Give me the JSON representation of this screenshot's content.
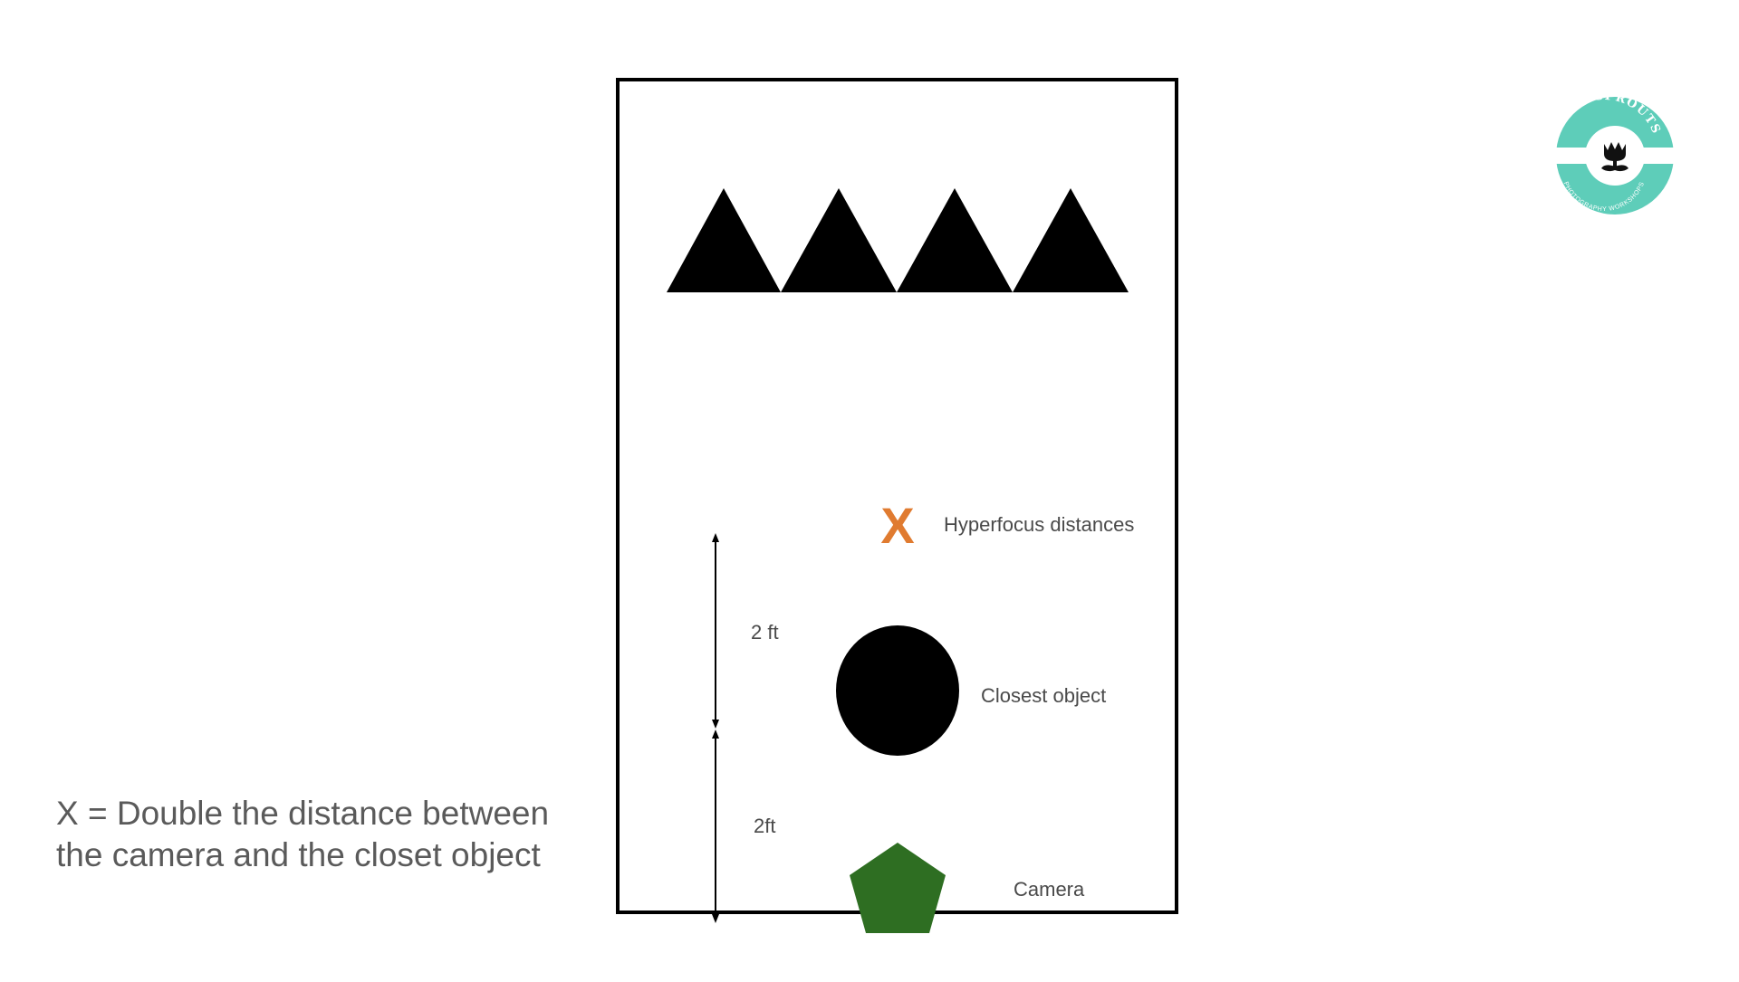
{
  "diagram": {
    "labels": {
      "marker": "X",
      "hyperfocus": "Hyperfocus distances",
      "closest_object": "Closest object",
      "camera": "Camera",
      "dist_upper": "2 ft",
      "dist_lower": "2ft"
    },
    "colors": {
      "marker": "#e07b30",
      "camera": "#2e6e22",
      "shapes": "#000000",
      "logo": "#5ecdb9"
    },
    "icons": [
      "mountain-triangle-icon",
      "circle-object-icon",
      "camera-pentagon-icon",
      "double-arrow-icon",
      "tulip-icon"
    ]
  },
  "caption": {
    "line1": "X = Double the distance between",
    "line2": "the camera and the closet object"
  },
  "logo": {
    "top_text": "PHOTOSPROUTS",
    "bottom_text": "PHOTOGRAPHY WORKSHOPS"
  }
}
